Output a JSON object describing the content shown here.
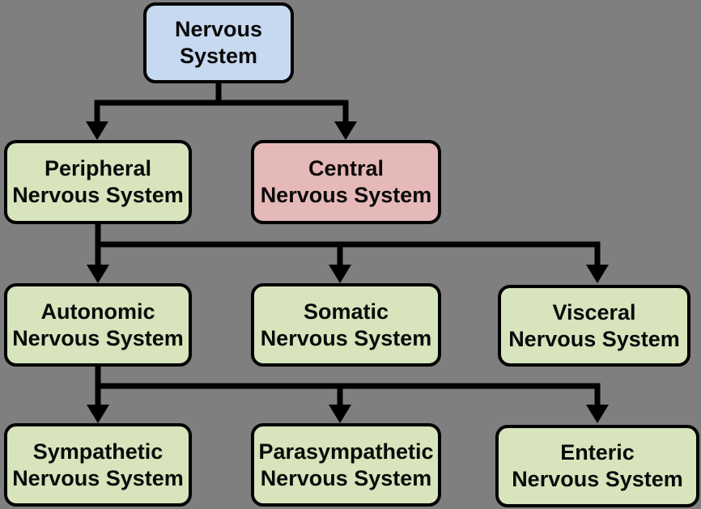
{
  "diagram": {
    "title": "Nervous System hierarchy diagram",
    "background_color": "#7f7f7f",
    "line_color": "#000000",
    "border_color": "#000000",
    "colors": {
      "root_blue": "#c6d9f1",
      "branch_green": "#d7e4bc",
      "central_pink": "#e5b9b7"
    }
  },
  "nodes": [
    {
      "id": "nervous-system",
      "line1": "Nervous",
      "line2": "System",
      "fill": "#c6d9f1"
    },
    {
      "id": "peripheral",
      "line1": "Peripheral",
      "line2": "Nervous System",
      "fill": "#d7e4bc"
    },
    {
      "id": "central",
      "line1": "Central",
      "line2": "Nervous System",
      "fill": "#e5b9b7"
    },
    {
      "id": "autonomic",
      "line1": "Autonomic",
      "line2": "Nervous System",
      "fill": "#d7e4bc"
    },
    {
      "id": "somatic",
      "line1": "Somatic",
      "line2": "Nervous System",
      "fill": "#d7e4bc"
    },
    {
      "id": "visceral",
      "line1": "Visceral",
      "line2": "Nervous System",
      "fill": "#d7e4bc"
    },
    {
      "id": "sympathetic",
      "line1": "Sympathetic",
      "line2": "Nervous System",
      "fill": "#d7e4bc"
    },
    {
      "id": "parasympathetic",
      "line1": "Parasympathetic",
      "line2": "Nervous System",
      "fill": "#d7e4bc"
    },
    {
      "id": "enteric",
      "line1": "Enteric",
      "line2": "Nervous System",
      "fill": "#d7e4bc"
    }
  ],
  "edges": [
    {
      "from": "Nervous System",
      "to": "Peripheral Nervous System"
    },
    {
      "from": "Nervous System",
      "to": "Central Nervous System"
    },
    {
      "from": "Peripheral Nervous System",
      "to": "Autonomic Nervous System"
    },
    {
      "from": "Peripheral Nervous System",
      "to": "Somatic Nervous System"
    },
    {
      "from": "Peripheral Nervous System",
      "to": "Visceral Nervous System"
    },
    {
      "from": "Autonomic Nervous System",
      "to": "Sympathetic Nervous System"
    },
    {
      "from": "Autonomic Nervous System",
      "to": "Parasympathetic Nervous System"
    },
    {
      "from": "Autonomic Nervous System",
      "to": "Enteric Nervous System"
    }
  ]
}
